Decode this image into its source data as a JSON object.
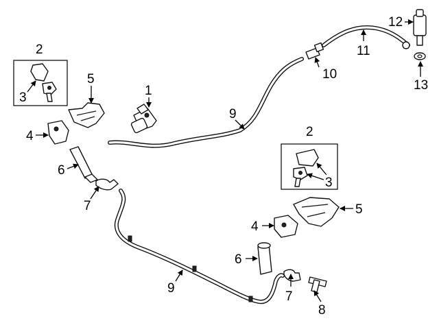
{
  "callouts": {
    "c1": "1",
    "c2a": "2",
    "c2b": "2",
    "c3a": "3",
    "c3b": "3",
    "c4a": "4",
    "c4b": "4",
    "c5a": "5",
    "c5b": "5",
    "c6a": "6",
    "c6b": "6",
    "c7a": "7",
    "c7b": "7",
    "c8": "8",
    "c9a": "9",
    "c9b": "9",
    "c10": "10",
    "c11": "11",
    "c12": "12",
    "c13": "13"
  }
}
